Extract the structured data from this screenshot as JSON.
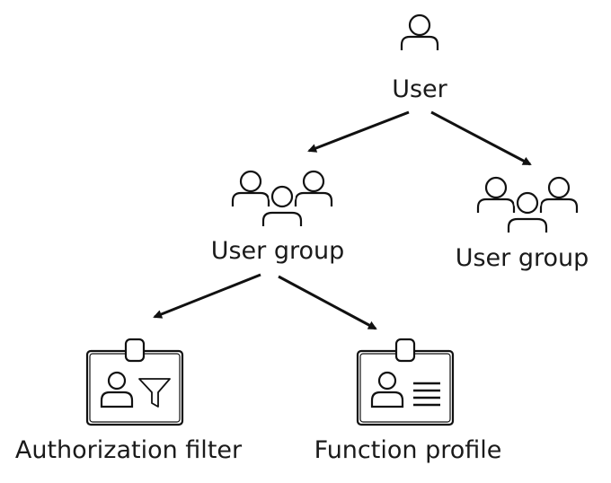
{
  "nodes": {
    "user": {
      "label": "User"
    },
    "user_group_left": {
      "label": "User group"
    },
    "user_group_right": {
      "label": "User group"
    },
    "authorization_filter": {
      "label": "Authorization filter"
    },
    "function_profile": {
      "label": "Function profile"
    }
  },
  "edges": [
    {
      "from": "user",
      "to": "user_group_left"
    },
    {
      "from": "user",
      "to": "user_group_right"
    },
    {
      "from": "user_group_left",
      "to": "authorization_filter"
    },
    {
      "from": "user_group_left",
      "to": "function_profile"
    }
  ],
  "icons": {
    "user": "user-icon",
    "user_group": "user-group-icon",
    "authorization_filter": "id-badge-filter-icon",
    "function_profile": "id-badge-profile-icon"
  },
  "colors": {
    "stroke": "#111111",
    "text": "#1a1a1a",
    "background": "#ffffff"
  }
}
